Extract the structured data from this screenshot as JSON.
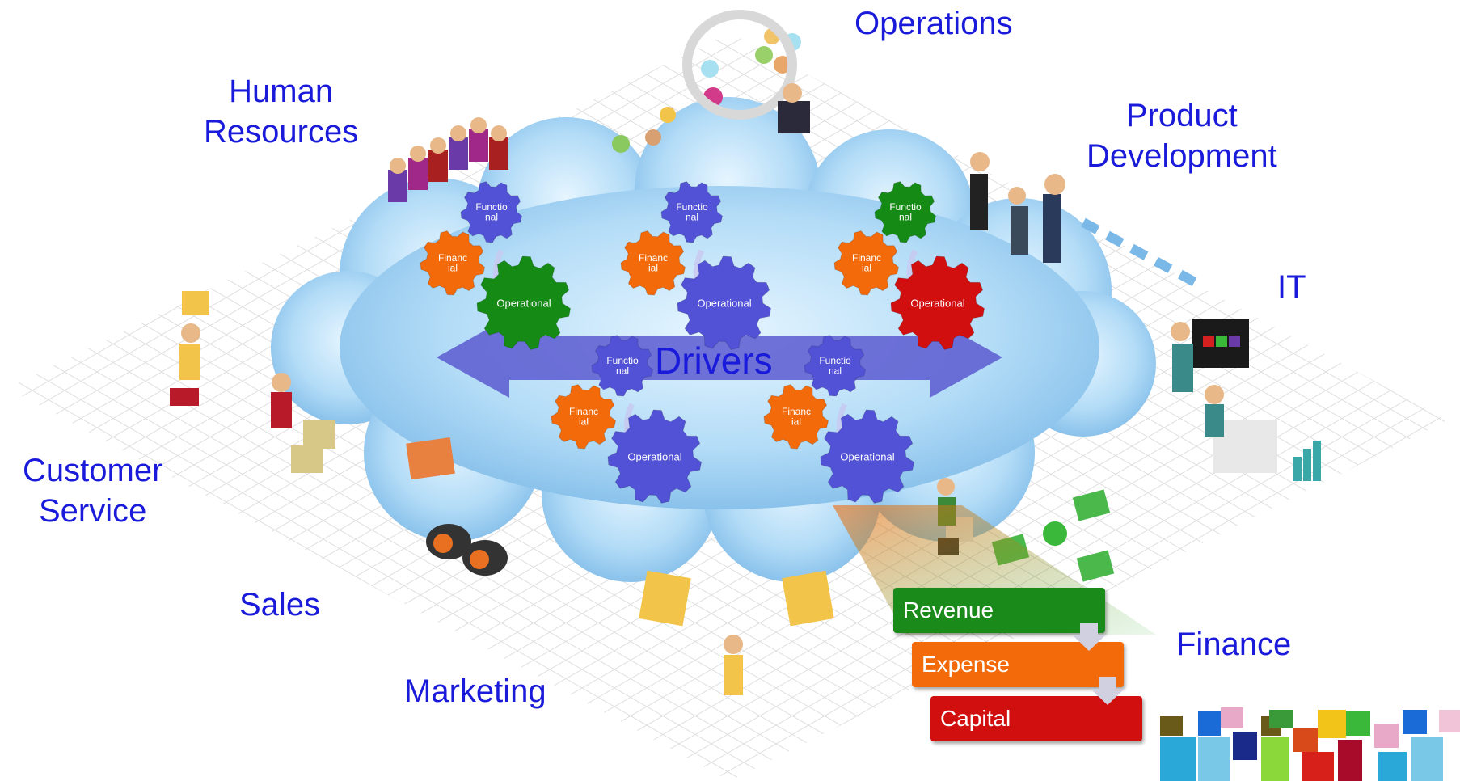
{
  "departments": {
    "operations": [
      "Operations"
    ],
    "human_resources": [
      "Human",
      "Resources"
    ],
    "product_development": [
      "Product",
      "Development"
    ],
    "it": [
      "IT"
    ],
    "customer_service": [
      "Customer",
      "Service"
    ],
    "sales": [
      "Sales"
    ],
    "marketing": [
      "Marketing"
    ],
    "finance": [
      "Finance"
    ]
  },
  "center": {
    "drivers": "Drivers"
  },
  "gear_labels": {
    "functional": [
      "Functio",
      "nal"
    ],
    "financial": [
      "Financ",
      "ial"
    ],
    "operational": "Operational"
  },
  "finance_stack": [
    {
      "label": "Revenue",
      "color": "#1a8a1a"
    },
    {
      "label": "Expense",
      "color": "#f26a0a"
    },
    {
      "label": "Capital",
      "color": "#d10f0f"
    }
  ],
  "colors": {
    "label_blue": "#1a1adb",
    "gear_purple": "#5252d6",
    "gear_orange": "#f26a0a",
    "gear_green": "#158a15",
    "gear_red": "#d10f0f",
    "cloud": "#9ccdf0"
  }
}
